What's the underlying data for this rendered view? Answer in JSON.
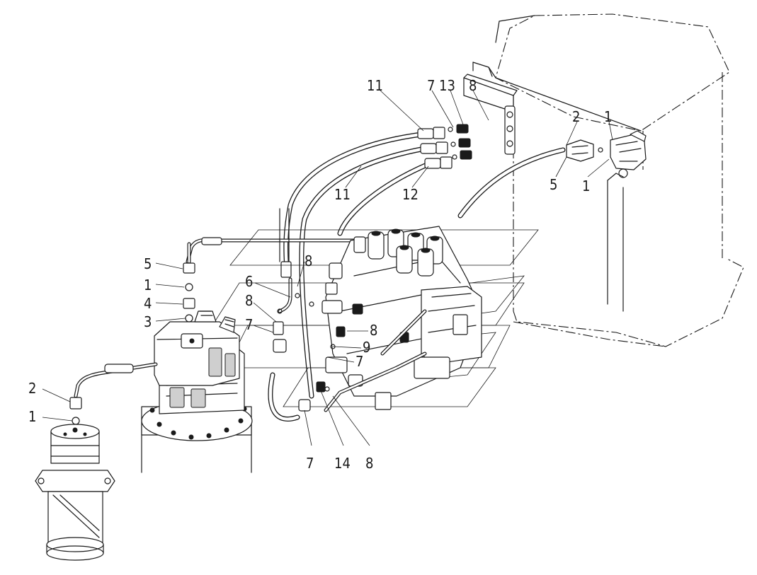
{
  "callouts": [
    {
      "id": "c11-top",
      "text": "11"
    },
    {
      "id": "c7-top",
      "text": "7"
    },
    {
      "id": "c13-top",
      "text": "13"
    },
    {
      "id": "c8-top",
      "text": "8"
    },
    {
      "id": "c2-tank",
      "text": "2"
    },
    {
      "id": "c1-tank",
      "text": "1"
    },
    {
      "id": "c5-tank",
      "text": "5"
    },
    {
      "id": "c1-tank-low",
      "text": "1"
    },
    {
      "id": "c11-mid",
      "text": "11"
    },
    {
      "id": "c12-mid",
      "text": "12"
    },
    {
      "id": "c5-left",
      "text": "5"
    },
    {
      "id": "c1-left",
      "text": "1"
    },
    {
      "id": "c4-left",
      "text": "4"
    },
    {
      "id": "c3-left",
      "text": "3"
    },
    {
      "id": "c6-valve",
      "text": "6"
    },
    {
      "id": "c8-valve-top",
      "text": "8"
    },
    {
      "id": "c8-valve-left",
      "text": "8"
    },
    {
      "id": "c7-valve-left",
      "text": "7"
    },
    {
      "id": "c8-valve-mid",
      "text": "8"
    },
    {
      "id": "c9-valve",
      "text": "9"
    },
    {
      "id": "c7-valve-mid",
      "text": "7"
    },
    {
      "id": "c2-lower",
      "text": "2"
    },
    {
      "id": "c1-lower",
      "text": "1"
    },
    {
      "id": "c7-bottom",
      "text": "7"
    },
    {
      "id": "c14-bottom",
      "text": "14"
    },
    {
      "id": "c8-bottom",
      "text": "8"
    }
  ]
}
